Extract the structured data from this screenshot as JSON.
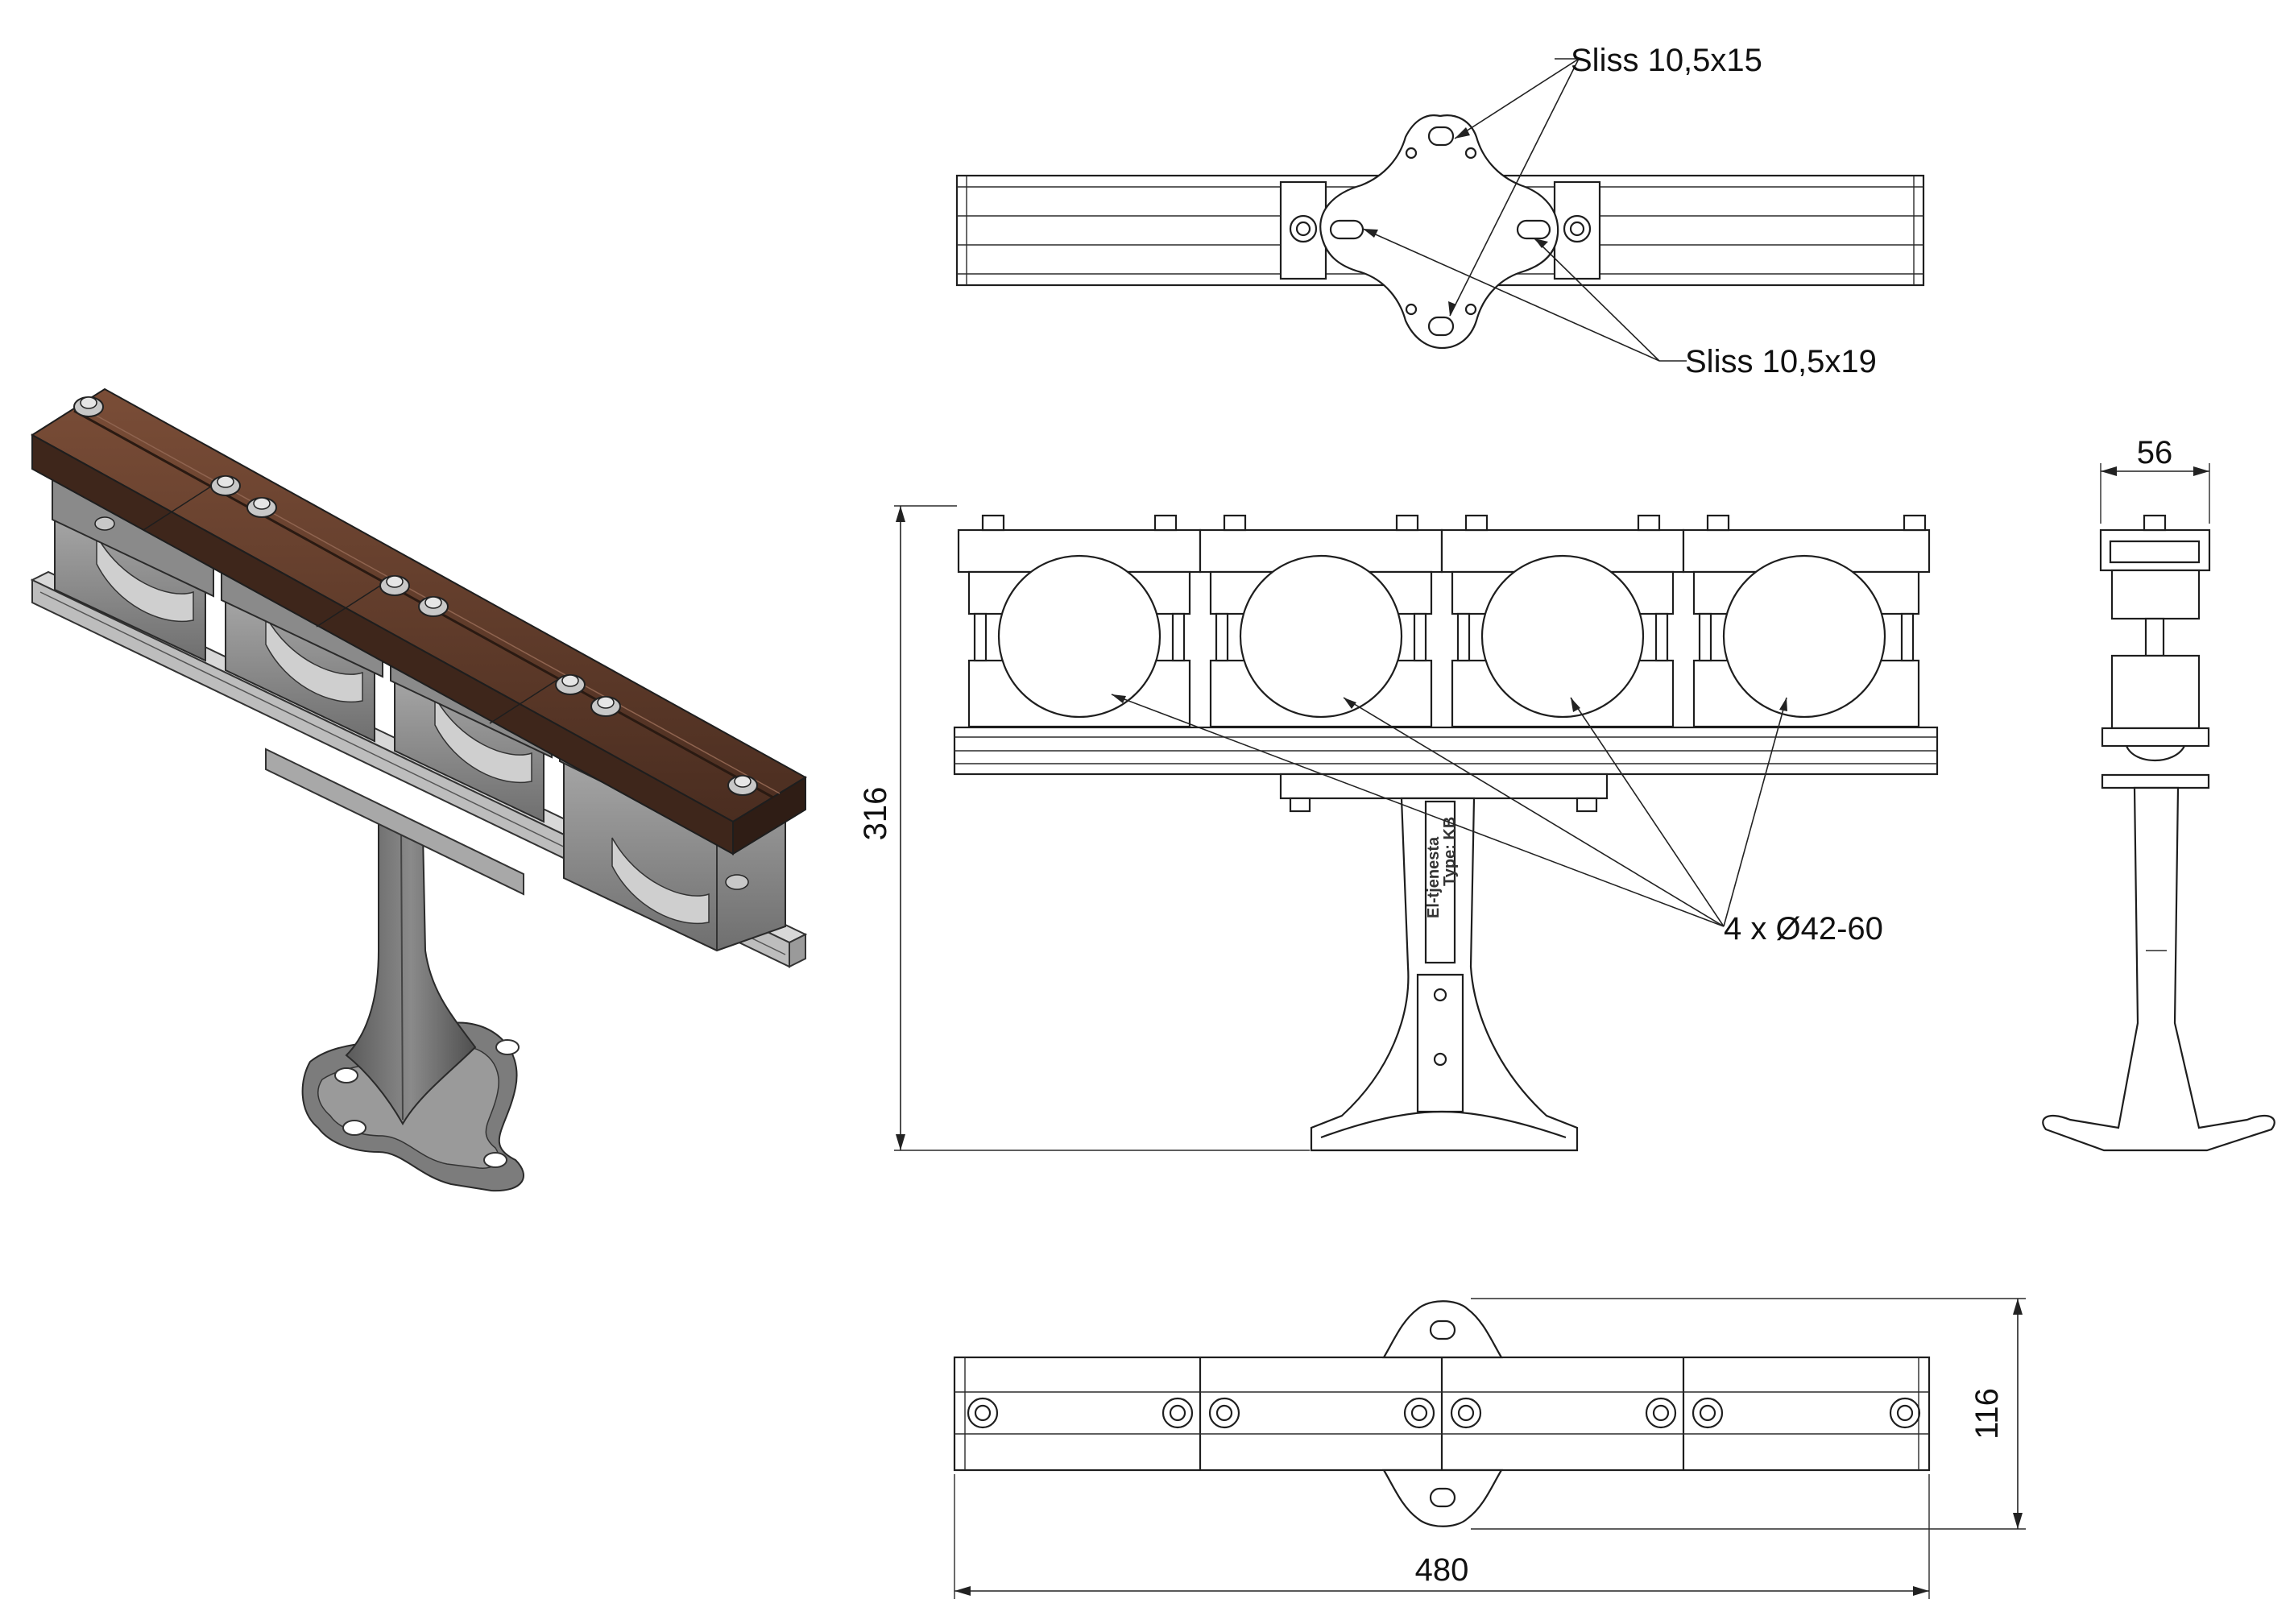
{
  "annotations": {
    "slot_top": "Sliss 10,5x15",
    "slot_side": "Sliss 10,5x19",
    "holes": "4 x Ø42-60"
  },
  "dimensions": {
    "height": "316",
    "width_side": "56",
    "depth_bottom": "116",
    "length": "480"
  },
  "engraving": {
    "brand": "El-tjenesta",
    "type": "Type: KB"
  },
  "colors": {
    "cover": "#5c3a2a",
    "clamp": "#8f8f8f",
    "rail": "#bdbdbd",
    "stand": "#6a6a6a",
    "line": "#1e1e1e"
  }
}
